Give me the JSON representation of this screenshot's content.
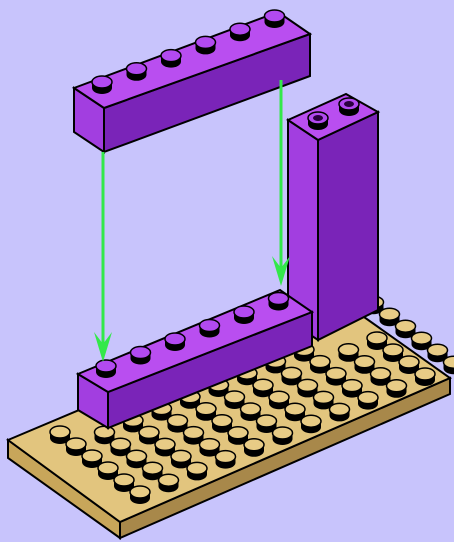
{
  "colors": {
    "background": "#c8c4fc",
    "brick_top": "#b94ef0",
    "brick_front": "#a23ee0",
    "brick_side": "#7a24b8",
    "stud_top": "#b24af0",
    "stud_hole": "#2a0040",
    "plate_top": "#e2c57e",
    "plate_front": "#c8a65a",
    "plate_side": "#a8884a",
    "plate_stud": "#e8cc86",
    "arrow": "#33e84a",
    "outline": "#000000"
  },
  "parts": [
    {
      "name": "tan-base-plate",
      "kind": "plate",
      "studs": "6x12",
      "color": "tan"
    },
    {
      "name": "purple-pillar",
      "kind": "brick",
      "studs": "1x2",
      "color": "purple"
    },
    {
      "name": "purple-base-brick",
      "kind": "brick",
      "studs": "1x6",
      "color": "purple"
    },
    {
      "name": "purple-top-brick",
      "kind": "brick",
      "studs": "1x6",
      "color": "purple",
      "state": "being placed"
    }
  ],
  "arrows": [
    {
      "name": "left-placement-arrow",
      "icon": "green-down-arrow"
    },
    {
      "name": "right-placement-arrow",
      "icon": "green-down-arrow"
    }
  ]
}
